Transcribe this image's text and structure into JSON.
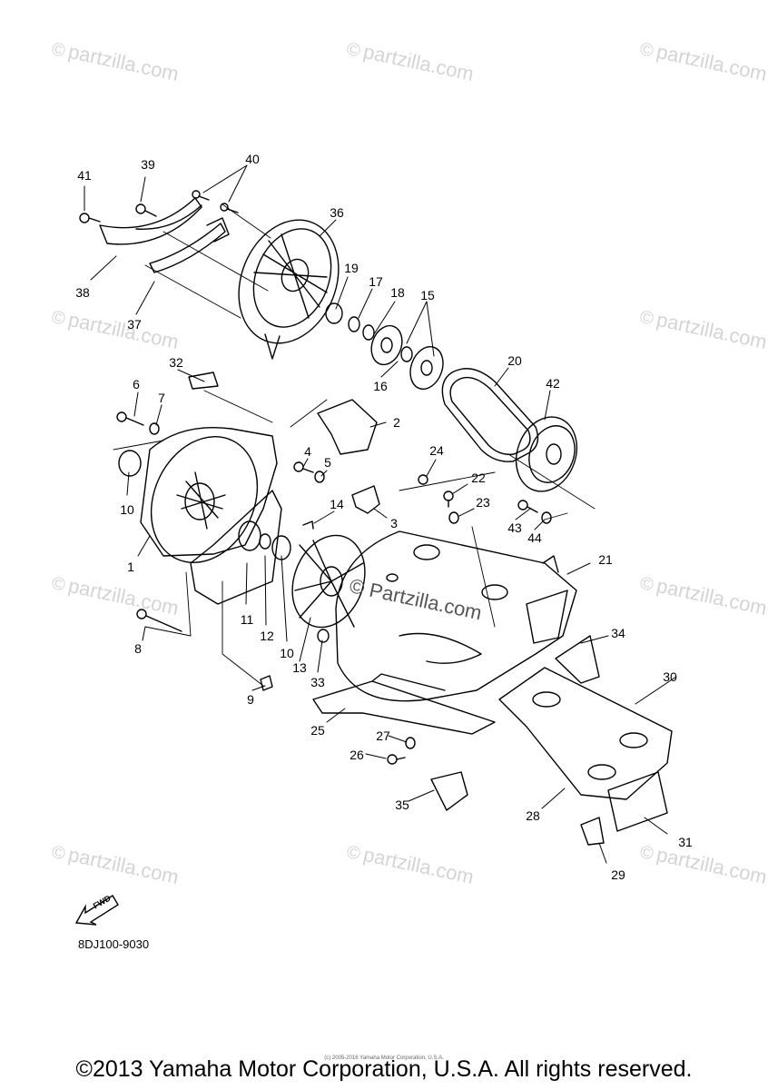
{
  "watermark": "partzilla.com",
  "watermark_symbol": "©",
  "center_watermark": "© Partzilla.com",
  "diagram_code": "8DJ100-9030",
  "fwd_label": "FWD",
  "copyright": "©2013 Yamaha Motor Corporation, U.S.A. All rights reserved.",
  "tiny_copyright": "(c) 2005-2016 Yamaha Motor Corporation, U.S.A.",
  "callouts": [
    {
      "id": "41",
      "label": "41"
    },
    {
      "id": "39",
      "label": "39"
    },
    {
      "id": "40",
      "label": "40"
    },
    {
      "id": "36",
      "label": "36"
    },
    {
      "id": "38",
      "label": "38"
    },
    {
      "id": "37",
      "label": "37"
    },
    {
      "id": "19",
      "label": "19"
    },
    {
      "id": "17",
      "label": "17"
    },
    {
      "id": "18",
      "label": "18"
    },
    {
      "id": "15",
      "label": "15"
    },
    {
      "id": "16",
      "label": "16"
    },
    {
      "id": "20",
      "label": "20"
    },
    {
      "id": "42",
      "label": "42"
    },
    {
      "id": "32",
      "label": "32"
    },
    {
      "id": "6",
      "label": "6"
    },
    {
      "id": "7",
      "label": "7"
    },
    {
      "id": "2",
      "label": "2"
    },
    {
      "id": "4",
      "label": "4"
    },
    {
      "id": "5",
      "label": "5"
    },
    {
      "id": "24",
      "label": "24"
    },
    {
      "id": "22",
      "label": "22"
    },
    {
      "id": "23",
      "label": "23"
    },
    {
      "id": "10a",
      "label": "10"
    },
    {
      "id": "14",
      "label": "14"
    },
    {
      "id": "3",
      "label": "3"
    },
    {
      "id": "43",
      "label": "43"
    },
    {
      "id": "44",
      "label": "44"
    },
    {
      "id": "1",
      "label": "1"
    },
    {
      "id": "21",
      "label": "21"
    },
    {
      "id": "11",
      "label": "11"
    },
    {
      "id": "12",
      "label": "12"
    },
    {
      "id": "34",
      "label": "34"
    },
    {
      "id": "8",
      "label": "8"
    },
    {
      "id": "10b",
      "label": "10"
    },
    {
      "id": "13",
      "label": "13"
    },
    {
      "id": "33",
      "label": "33"
    },
    {
      "id": "30",
      "label": "30"
    },
    {
      "id": "9",
      "label": "9"
    },
    {
      "id": "25",
      "label": "25"
    },
    {
      "id": "27",
      "label": "27"
    },
    {
      "id": "26",
      "label": "26"
    },
    {
      "id": "35",
      "label": "35"
    },
    {
      "id": "28",
      "label": "28"
    },
    {
      "id": "31",
      "label": "31"
    },
    {
      "id": "29",
      "label": "29"
    }
  ]
}
